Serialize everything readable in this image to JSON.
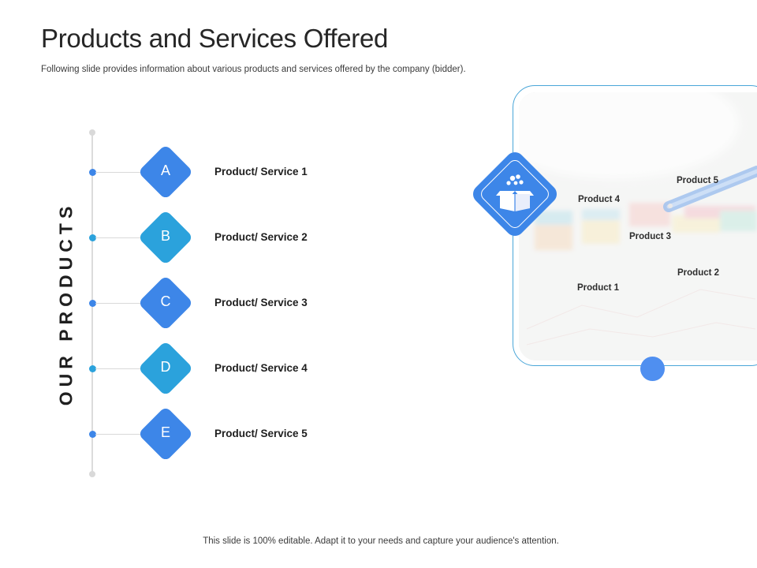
{
  "slide": {
    "title": "Products and Services Offered",
    "subtitle": "Following slide provides information about various products and services  offered by  the company (bidder).",
    "side_label": "OUR PRODUCTS",
    "footer": "This slide is 100% editable. Adapt it to your needs and capture your audience's attention."
  },
  "items": [
    {
      "letter": "A",
      "label": "Product/ Service 1",
      "color": "#3d86e8"
    },
    {
      "letter": "B",
      "label": "Product/ Service 2",
      "color": "#2ba2dc"
    },
    {
      "letter": "C",
      "label": "Product/ Service 3",
      "color": "#3d86e8"
    },
    {
      "letter": "D",
      "label": "Product/ Service 4",
      "color": "#2ba2dc"
    },
    {
      "letter": "E",
      "label": "Product/ Service 5",
      "color": "#3d86e8"
    }
  ],
  "photo": {
    "labels": [
      "Product 5",
      "Product 4",
      "Product 3",
      "Product 2",
      "Product 1"
    ],
    "icon": "gift-box-icon"
  },
  "colors": {
    "accent_blue": "#3d86e8",
    "accent_cyan": "#2ba2dc",
    "frame": "#4aa6d8"
  }
}
